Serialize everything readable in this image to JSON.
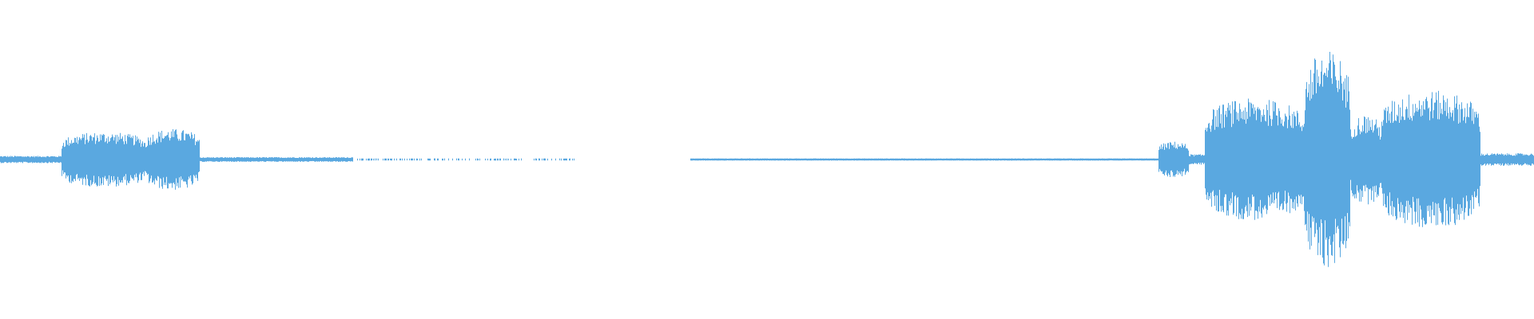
{
  "waveform": {
    "color": "#5aa8e0",
    "background": "#ffffff",
    "baseline_fraction": 0.5,
    "segments": [
      {
        "start": 0.0,
        "end": 0.04,
        "amp": 0.01,
        "kind": "noise"
      },
      {
        "start": 0.04,
        "end": 0.095,
        "amp": 0.085,
        "kind": "burst"
      },
      {
        "start": 0.095,
        "end": 0.13,
        "amp": 0.095,
        "kind": "burst"
      },
      {
        "start": 0.13,
        "end": 0.23,
        "amp": 0.006,
        "kind": "noise"
      },
      {
        "start": 0.23,
        "end": 0.375,
        "amp": 0.002,
        "kind": "sparse"
      },
      {
        "start": 0.375,
        "end": 0.45,
        "amp": 0.0,
        "kind": "silence"
      },
      {
        "start": 0.45,
        "end": 0.755,
        "amp": 0.002,
        "kind": "line"
      },
      {
        "start": 0.755,
        "end": 0.775,
        "amp": 0.055,
        "kind": "burst"
      },
      {
        "start": 0.775,
        "end": 0.785,
        "amp": 0.015,
        "kind": "noise"
      },
      {
        "start": 0.785,
        "end": 0.85,
        "amp": 0.19,
        "kind": "burst"
      },
      {
        "start": 0.85,
        "end": 0.88,
        "amp": 0.34,
        "kind": "peak"
      },
      {
        "start": 0.88,
        "end": 0.9,
        "amp": 0.14,
        "kind": "burst"
      },
      {
        "start": 0.9,
        "end": 0.965,
        "amp": 0.215,
        "kind": "burst"
      },
      {
        "start": 0.965,
        "end": 1.0,
        "amp": 0.018,
        "kind": "noise"
      }
    ]
  }
}
